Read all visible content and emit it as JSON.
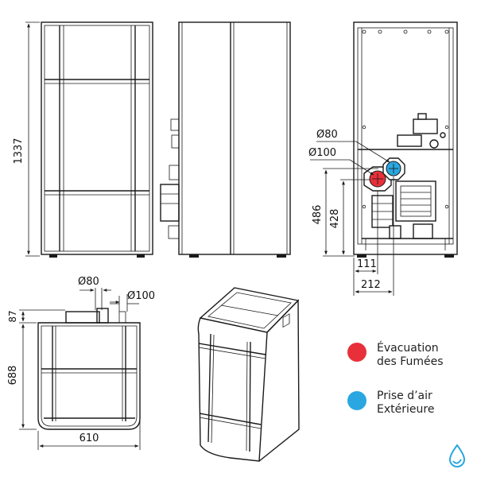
{
  "dimensions": {
    "height_total": "1337",
    "flue_diameter": "Ø80",
    "air_diameter": "Ø100",
    "height_486": "486",
    "height_428": "428",
    "width_111": "111",
    "width_212": "212",
    "top_flue_diameter": "Ø80",
    "top_air_diameter": "Ø100",
    "depth_87": "87",
    "depth_688": "688",
    "width_610": "610"
  },
  "legend": {
    "items": [
      {
        "line1": "Évacuation",
        "line2": "des Fumées",
        "color": "#e8303a"
      },
      {
        "line1": "Prise d’air",
        "line2": "Extérieure",
        "color": "#2aa7e0"
      }
    ]
  },
  "colors": {
    "flue": "#e8303a",
    "air": "#2aa7e0",
    "logo": "#2aa7e0"
  },
  "logo": {
    "icon": "water-drop-logo-icon"
  }
}
